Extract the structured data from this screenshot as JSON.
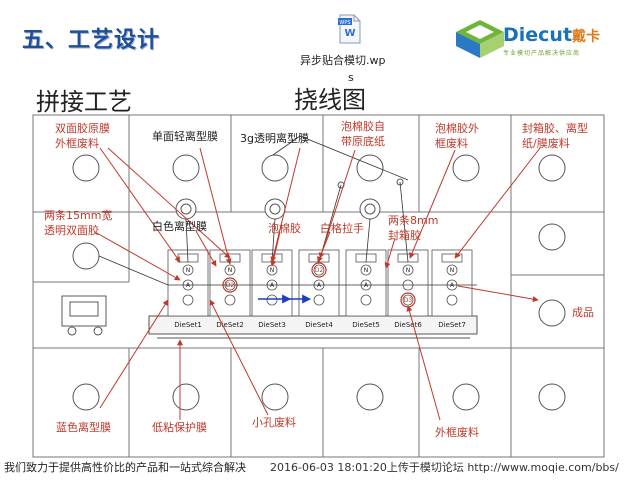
{
  "slide_title": "五、工艺设计",
  "attachment": {
    "name_line1": "异步贴合模切.wp",
    "name_line2": "s"
  },
  "logo": {
    "brand": "Diecut",
    "brand_cn": "戴卡",
    "tagline": "专业模切产品解决供应商"
  },
  "section_left_title": "拼接工艺",
  "section_right_title": "挠线图",
  "labels": {
    "double_side_waste": [
      "双面胶原膜",
      "外框废料"
    ],
    "single_light_release": "单面轻离型膜",
    "transparent_3g_release": "3g透明离型膜",
    "foam_backing_paper": [
      "泡棉胶自",
      "带原底纸"
    ],
    "foam_outer_waste": [
      "泡棉胶外",
      "框废料"
    ],
    "seal_box_release": [
      "封箱胶、离型",
      "纸/膜废料"
    ],
    "two_15mm_double": [
      "两条15mm宽",
      "透明双面胶"
    ],
    "white_release": "白色离型膜",
    "foam_tape": "泡棉胶",
    "white_pull_tab": "白格拉手",
    "two_8mm_seal": [
      "两条8mm",
      "封箱胶"
    ],
    "finished": "成品",
    "blue_release": "蓝色离型膜",
    "low_adhesion_film": "低粘保护膜",
    "hole_waste": "小孔废料",
    "outer_frame_waste": "外框废料"
  },
  "diesets": [
    "DieSet1",
    "DieSet2",
    "DieSet3",
    "DieSet4",
    "DieSet5",
    "DieSet6",
    "DieSet7"
  ],
  "roller_marks": [
    "N",
    "A",
    "D2",
    "D3"
  ],
  "footer_left": "我们致力于提供高性价比的产品和一站式综合解决",
  "footer_right": "2016-06-03 18:01:20上传于模切论坛 http://www.moqie.com/bbs/",
  "colors": {
    "title": "#1f4e9a",
    "arrow": "#c0392b",
    "flow_blue": "#1d3fbf",
    "line": "#555555"
  }
}
